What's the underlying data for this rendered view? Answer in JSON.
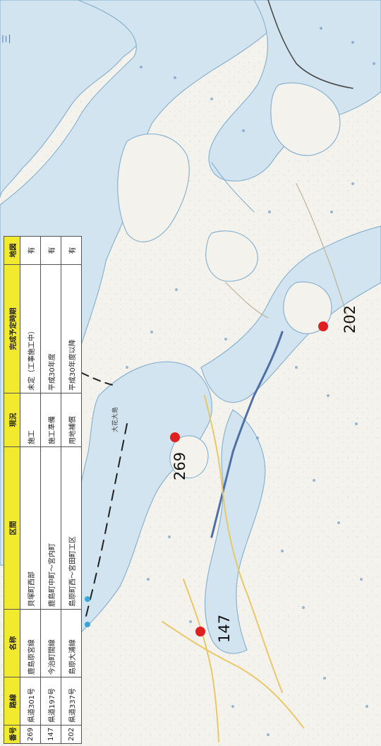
{
  "colors": {
    "sea": "#d2e4ef",
    "land": "#f4f2ec",
    "coast": "#8ab3cf",
    "marker": "#e02020",
    "table_header": "#f2ea2e",
    "dot": "#3aa6d8"
  },
  "table": {
    "headers": {
      "no": "番号",
      "route": "路線",
      "name": "名称",
      "section": "区間",
      "status": "現況",
      "schedule": "完成予定時期",
      "map": "地図"
    },
    "rows": [
      {
        "no": "269",
        "route": "県道301号",
        "name": "鹿島原宮線",
        "section": "貝塚町西部",
        "status": "施工",
        "schedule": "未定（工事施工中）",
        "map": "有"
      },
      {
        "no": "147",
        "route": "県道197号",
        "name": "今治町間線",
        "section": "鹿島町中町～宮内町",
        "status": "施工準備",
        "schedule": "平成30年度",
        "map": "有"
      },
      {
        "no": "202",
        "route": "県道337号",
        "name": "島原大浦線",
        "section": "島原町西～宮田町工区",
        "status": "用地補償",
        "schedule": "平成30年度以降",
        "map": "有"
      }
    ]
  },
  "markers": [
    {
      "id": "269",
      "label": "269"
    },
    {
      "id": "202",
      "label": "202"
    },
    {
      "id": "147",
      "label": "147"
    }
  ],
  "map_labels": {
    "corner": "三",
    "island": "大花大島"
  }
}
